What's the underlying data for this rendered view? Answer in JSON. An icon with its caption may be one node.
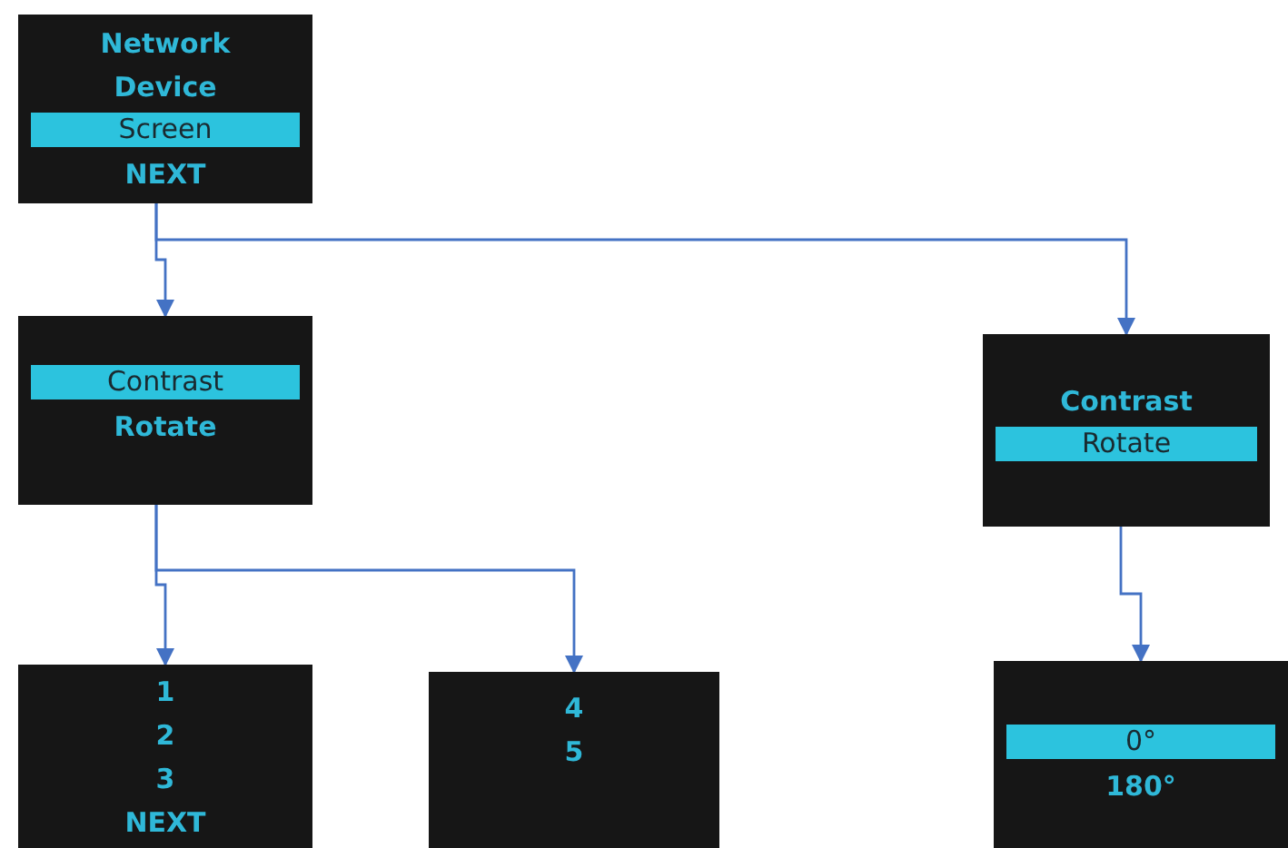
{
  "diagram": {
    "nodes": [
      {
        "text": [
          "Network",
          "Device",
          "NEXT"
        ]
      },
      {
        "text": [
          "Screen"
        ],
        "in": 0
      },
      {
        "text": [
          "Rotate"
        ]
      },
      {
        "text": [
          "Contrast"
        ],
        "in": 2
      },
      {
        "text": [
          "Contrast"
        ]
      },
      {
        "text": [
          "Rotate"
        ],
        "in": 4
      },
      {
        "text": [
          "1",
          "2",
          "3",
          "NEXT"
        ]
      },
      {
        "text": [
          "4",
          "5"
        ]
      },
      {
        "text": [
          "180°"
        ]
      },
      {
        "text": [
          "0°"
        ],
        "in": 8
      }
    ],
    "edges": [
      {
        "from": 0,
        "to": 2,
        "arrow": "to"
      },
      {
        "from": 0,
        "to": 4,
        "arrow": "to"
      },
      {
        "from": 2,
        "to": 6,
        "arrow": "to"
      },
      {
        "from": 2,
        "to": 7,
        "arrow": "to"
      },
      {
        "from": 4,
        "to": 8,
        "arrow": "to"
      }
    ]
  }
}
